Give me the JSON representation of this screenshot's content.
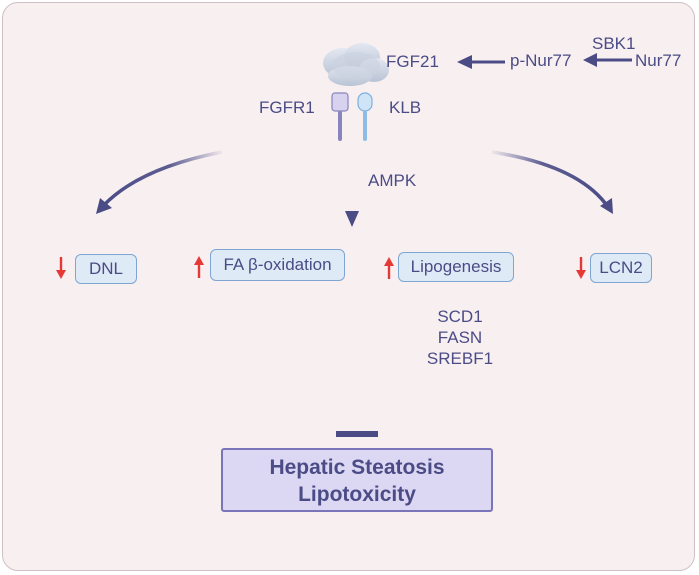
{
  "figure": {
    "ligand": "FGF21",
    "upstream": {
      "p_nur77": "p-Nur77",
      "sbk1": "SBK1",
      "nur77": "Nur77"
    },
    "receptors": {
      "fgfr1": "FGFR1",
      "klb": "KLB"
    },
    "pathway": "AMPK",
    "outcomes": [
      {
        "label": "DNL",
        "direction": "down"
      },
      {
        "label": "FA β-oxidation",
        "direction": "up"
      },
      {
        "label": "Lipogenesis",
        "direction": "up"
      },
      {
        "label": "LCN2",
        "direction": "down"
      }
    ],
    "lipogenesis_genes": [
      "SCD1",
      "FASN",
      "SREBF1"
    ],
    "final_outcome": [
      "Hepatic Steatosis",
      "Lipotoxicity"
    ]
  },
  "colors": {
    "arrow": "#4b4c86",
    "up_down_indicator": "#e53935",
    "box_fill": "#dfeaf7",
    "box_border": "#7fa5d3",
    "final_fill": "#dcd8f4",
    "background": "#f8eff1"
  }
}
